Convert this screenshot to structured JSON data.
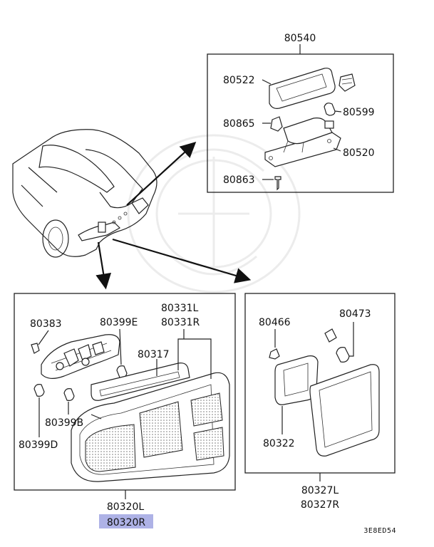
{
  "labels": {
    "lamp_assy_top": "80540",
    "lens_gasket": "80522",
    "bulb_top": "80599",
    "clip_top": "80865",
    "lamp_body_top": "80520",
    "screw_top": "80863",
    "socket_left": "80383",
    "bulb_e": "80399E",
    "lamp_l": "80331L",
    "lamp_r": "80331R",
    "gasket_left": "80317",
    "bulb_b": "80399B",
    "bulb_d": "80399D",
    "combo_l": "80320L",
    "combo_r": "80320R",
    "clip_right": "80466",
    "bulb_right": "80473",
    "gasket_right": "80322",
    "lens_l": "80327L",
    "lens_r": "80327R"
  },
  "diagram_code": "3E8ED54",
  "highlight_color": "#aeb2e6"
}
